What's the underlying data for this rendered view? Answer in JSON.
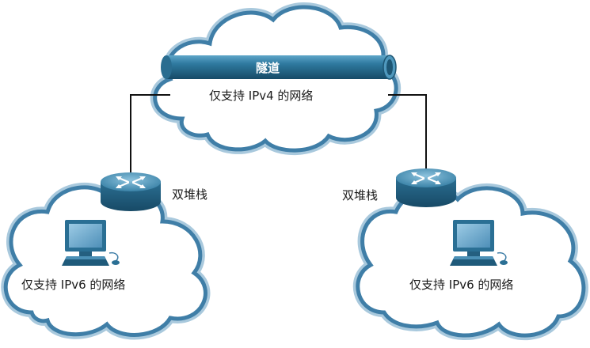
{
  "diagram": {
    "tunnel_label": "隧道",
    "ipv4_network_label": "仅支持 IPv4 的网络",
    "left_router_label": "双堆栈",
    "right_router_label": "双堆栈",
    "left_ipv6_network_label": "仅支持 IPv6 的网络",
    "right_ipv6_network_label": "仅支持 IPv6 的网络"
  },
  "colors": {
    "cloud_stroke": "#4a86b0",
    "cloud_stroke_light": "#a9c9dd",
    "pipe_dark": "#1d5674",
    "pipe_mid": "#2f7aa0",
    "router_body": "#2b6f92",
    "router_top": "#5aa0c4",
    "pc_screen": "#6aa6cc",
    "link": "#111111"
  },
  "icons": [
    "cloud-icon",
    "tunnel-pipe-icon",
    "router-icon",
    "computer-icon"
  ]
}
